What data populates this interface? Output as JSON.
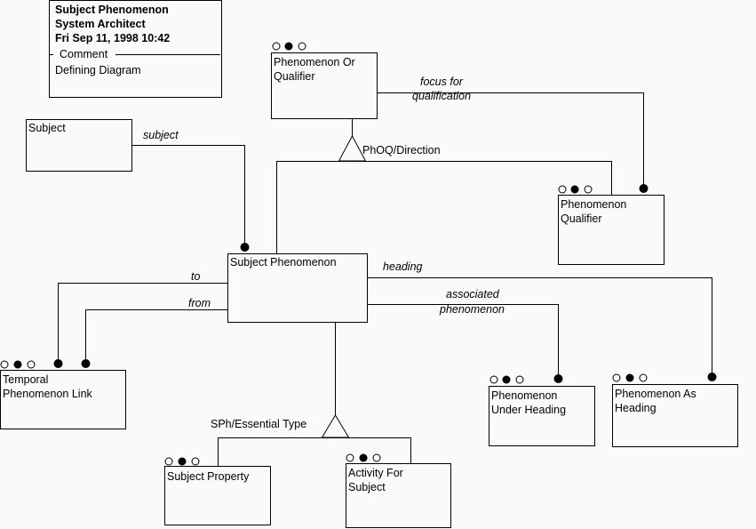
{
  "header": {
    "title": "Subject Phenomenon",
    "author": "System Architect",
    "date": "Fri Sep 11, 1998  10:42",
    "comment_label": "Comment",
    "comment": "Defining Diagram"
  },
  "entities": {
    "phenomenon_or_qualifier": [
      "Phenomenon Or",
      "Qualifier"
    ],
    "subject": [
      "Subject"
    ],
    "phenomenon_qualifier": [
      "Phenomenon",
      "Qualifier"
    ],
    "subject_phenomenon": [
      "Subject Phenomenon"
    ],
    "temporal_phenomenon_link": [
      "Temporal",
      "Phenomenon Link"
    ],
    "phenomenon_under_heading": [
      "Phenomenon",
      "Under Heading"
    ],
    "phenomenon_as_heading": [
      "Phenomenon As",
      "Heading"
    ],
    "subject_property": [
      "Subject Property"
    ],
    "activity_for_subject": [
      "Activity For",
      "Subject"
    ]
  },
  "relationships": {
    "focus": [
      "focus for",
      "qualification"
    ],
    "subject": "subject",
    "to": "to",
    "from": "from",
    "heading": "heading",
    "associated": [
      "associated",
      "phenomenon"
    ],
    "phoq_direction": "PhOQ/Direction",
    "sph_essential_type": "SPh/Essential Type"
  }
}
